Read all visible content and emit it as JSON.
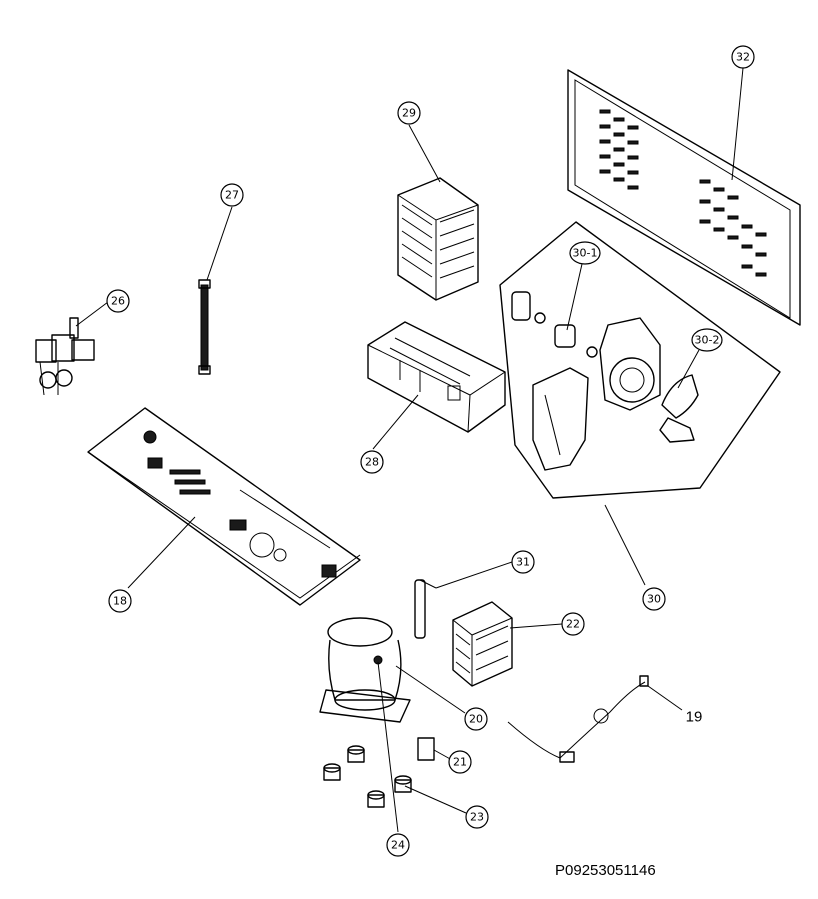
{
  "callouts": {
    "c32": "32",
    "c29": "29",
    "c27": "27",
    "c26": "26",
    "c30_1": "30-1",
    "c30_2": "30-2",
    "c28": "28",
    "c18": "18",
    "c31": "31",
    "c30": "30",
    "c22": "22",
    "c19": "19",
    "c20": "20",
    "c21": "21",
    "c23": "23",
    "c24": "24"
  },
  "drawing_code": "P09253051146"
}
